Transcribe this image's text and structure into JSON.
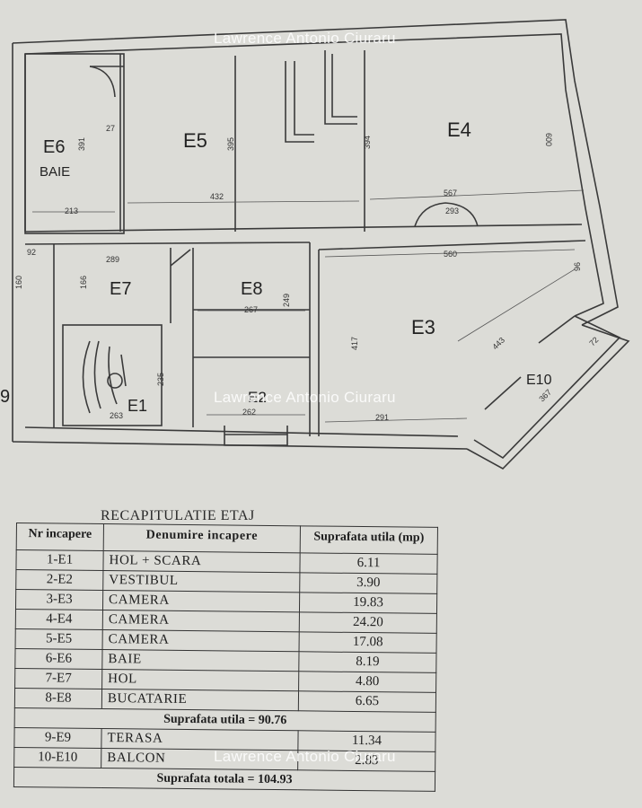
{
  "watermark": "Lawrence Antonio Ciuraru",
  "plan": {
    "rooms": {
      "e1": "E1",
      "e2": "E2",
      "e3": "E3",
      "e4": "E4",
      "e5": "E5",
      "e6": "E6",
      "e6_sub": "BAIE",
      "e7": "E7",
      "e8": "E8",
      "e10": "E10",
      "e9": "9"
    },
    "dims": {
      "d391": "391",
      "d27": "27",
      "d395": "395",
      "d394": "394",
      "d600": "600",
      "d213": "213",
      "d432": "432",
      "d567": "567",
      "d293": "293",
      "d560": "560",
      "d92": "92",
      "d289": "289",
      "d160": "160",
      "d166": "166",
      "d267": "267",
      "d249": "249",
      "d96": "96",
      "d417": "417",
      "d443": "443",
      "d72": "72",
      "d367": "367",
      "d235": "235",
      "d263": "263",
      "d262": "262",
      "d291": "291"
    }
  },
  "recap": {
    "title": "RECAPITULATIE ETAJ",
    "headers": [
      "Nr incapere",
      "Denumire incapere",
      "Suprafata utila (mp)"
    ],
    "rows": [
      [
        "1-E1",
        "HOL + SCARA",
        "6.11"
      ],
      [
        "2-E2",
        "VESTIBUL",
        "3.90"
      ],
      [
        "3-E3",
        "CAMERA",
        "19.83"
      ],
      [
        "4-E4",
        "CAMERA",
        "24.20"
      ],
      [
        "5-E5",
        "CAMERA",
        "17.08"
      ],
      [
        "6-E6",
        "BAIE",
        "8.19"
      ],
      [
        "7-E7",
        "HOL",
        "4.80"
      ],
      [
        "8-E8",
        "BUCATARIE",
        "6.65"
      ]
    ],
    "subtotal": "Suprafata utila = 90.76",
    "rows2": [
      [
        "9-E9",
        "TERASA",
        "11.34"
      ],
      [
        "10-E10",
        "BALCON",
        "2.83"
      ]
    ],
    "total": "Suprafata totala = 104.93"
  }
}
